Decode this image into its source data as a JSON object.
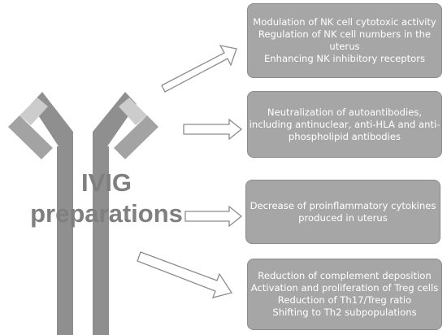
{
  "title": {
    "line1": "IVIG",
    "line2": "preparations"
  },
  "effects": [
    {
      "lines": [
        "Modulation of NK cell cytotoxic activity",
        "Regulation of NK cell numbers in the",
        "uterus",
        "Enhancing NK inhibitory receptors"
      ]
    },
    {
      "lines": [
        "Neutralization of autoantibodies,",
        "including antinuclear, anti-HLA and anti-",
        "phospholipid antibodies"
      ]
    },
    {
      "lines": [
        "Decrease of proinflammatory cytokines",
        "produced in uterus"
      ]
    },
    {
      "lines": [
        "Reduction of complement deposition",
        "Activation and proliferation of Treg cells",
        "Reduction of Th17/Treg ratio",
        "Shifting to Th2 subpopulations"
      ]
    }
  ],
  "colors": {
    "box_fill": "#a6a6a6",
    "box_text": "#ffffff",
    "antibody_dark": "#8f8f8f",
    "antibody_light": "#cccccc",
    "title_text": "#7f7f7f"
  },
  "icons": [
    "antibody-icon",
    "arrow-icon"
  ]
}
